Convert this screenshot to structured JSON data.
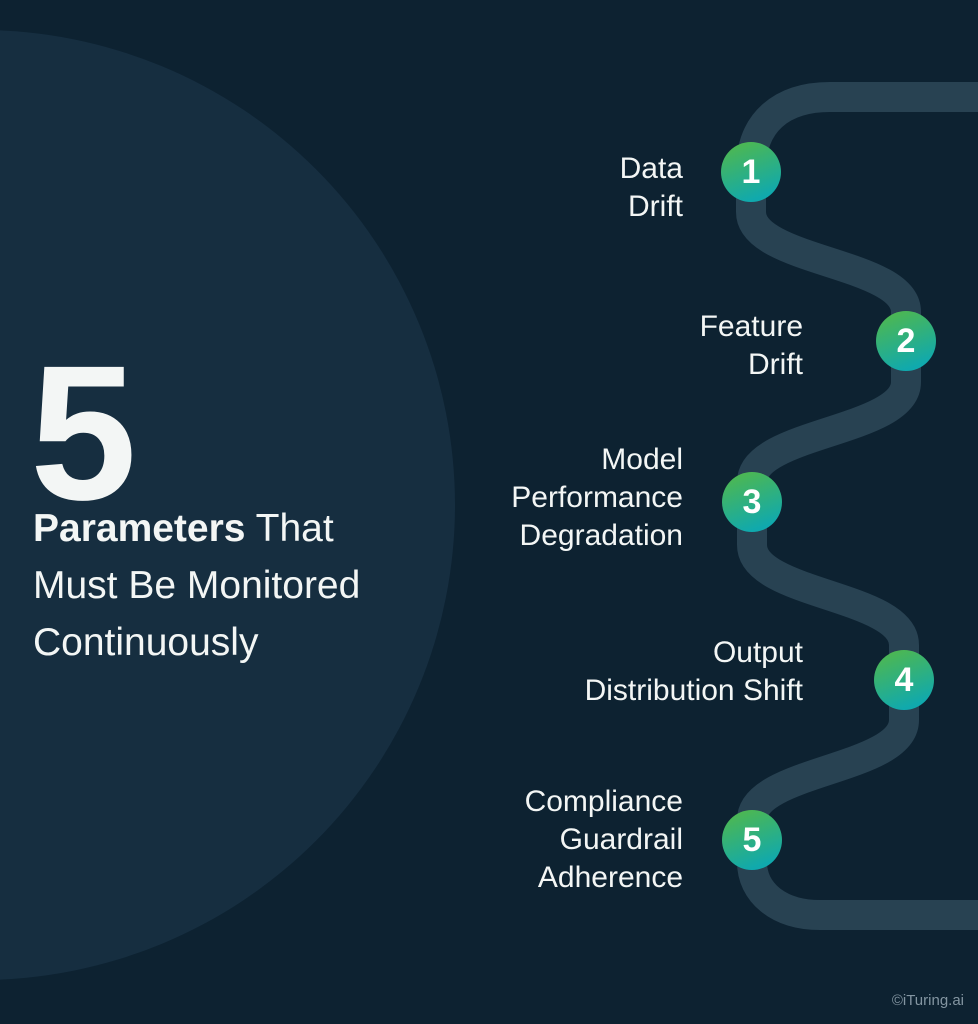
{
  "headline": {
    "big_number": "5",
    "emphasis": "Parameters",
    "line1_rest": " That",
    "line2": "Must Be Monitored",
    "line3": "Continuously"
  },
  "steps": [
    {
      "num": "1",
      "lines": [
        "Data",
        "Drift"
      ]
    },
    {
      "num": "2",
      "lines": [
        "Feature",
        "Drift"
      ]
    },
    {
      "num": "3",
      "lines": [
        "Model",
        "Performance",
        "Degradation"
      ]
    },
    {
      "num": "4",
      "lines": [
        "Output",
        "Distribution Shift"
      ]
    },
    {
      "num": "5",
      "lines": [
        "Compliance",
        "Guardrail",
        "Adherence"
      ]
    }
  ],
  "watermark": "©iTuring.ai",
  "colors": {
    "bg": "#0d2231",
    "bg_circle": "#162e40",
    "path": "#284252",
    "badge_start": "#55b946",
    "badge_end": "#10a9ad",
    "text": "#f3f6f5",
    "watermark": "#8395a1"
  }
}
